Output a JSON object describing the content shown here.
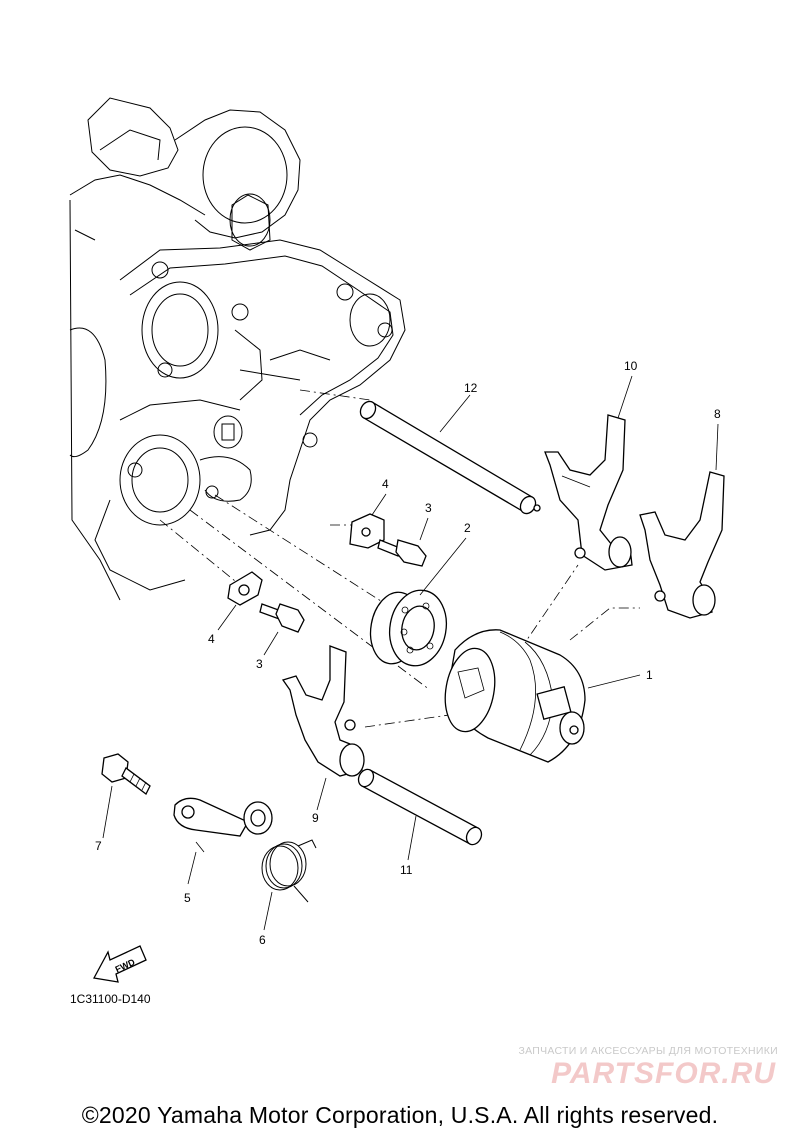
{
  "diagram": {
    "callouts": [
      {
        "id": "c1",
        "label": "1"
      },
      {
        "id": "c2",
        "label": "2"
      },
      {
        "id": "c3a",
        "label": "3"
      },
      {
        "id": "c3b",
        "label": "3"
      },
      {
        "id": "c4a",
        "label": "4"
      },
      {
        "id": "c4b",
        "label": "4"
      },
      {
        "id": "c5",
        "label": "5"
      },
      {
        "id": "c6",
        "label": "6"
      },
      {
        "id": "c7",
        "label": "7"
      },
      {
        "id": "c8",
        "label": "8"
      },
      {
        "id": "c9",
        "label": "9"
      },
      {
        "id": "c10",
        "label": "10"
      },
      {
        "id": "c11",
        "label": "11"
      },
      {
        "id": "c12",
        "label": "12"
      }
    ],
    "fwd_label": "FWD",
    "diagram_code": "1C31100-D140"
  },
  "watermark": {
    "tagline": "ЗАПЧАСТИ И АКСЕССУАРЫ ДЛЯ МОТОТЕХНИКИ",
    "logo": "PARTSFOR.RU"
  },
  "footer": {
    "copyright": "©2020 Yamaha Motor Corporation, U.S.A. All rights reserved."
  },
  "colors": {
    "line": "#000000",
    "watermark_logo": "#f3c9c9",
    "watermark_text": "#c9c9c9"
  }
}
